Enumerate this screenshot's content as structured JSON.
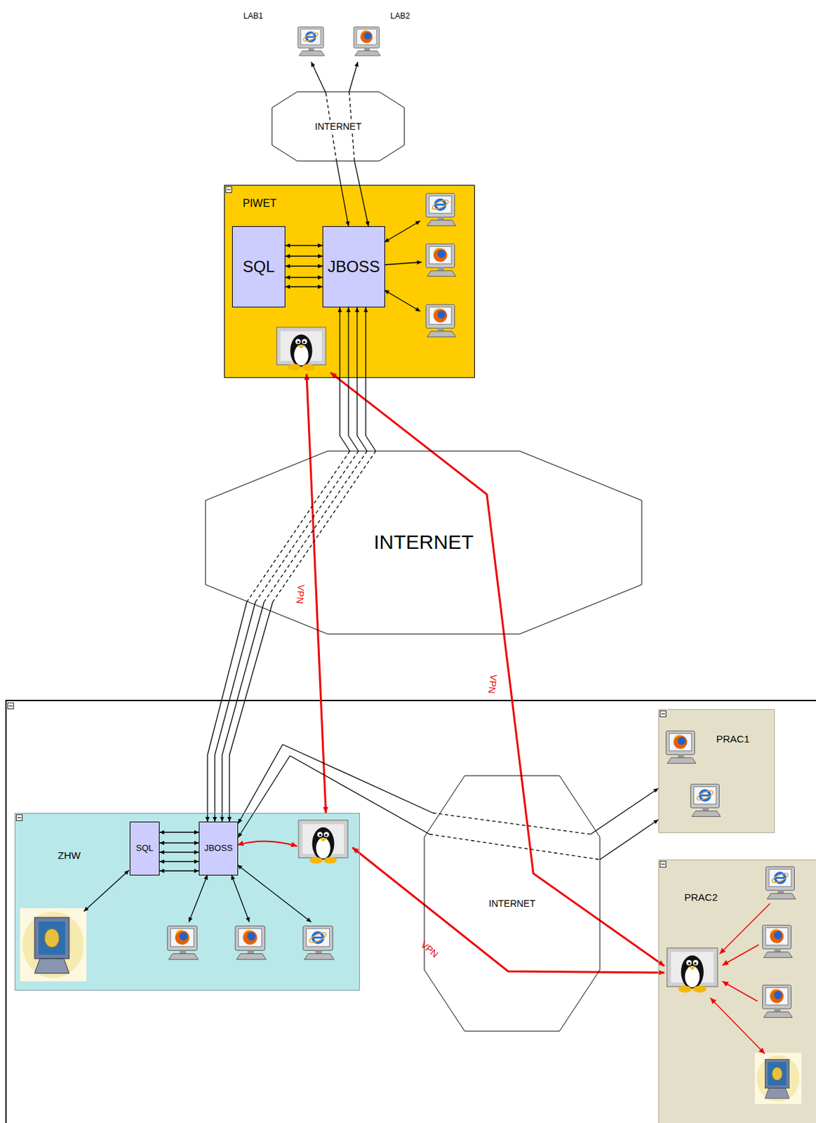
{
  "diagram": {
    "nodes": [
      {
        "text": [
          "LAB1"
        ]
      },
      {
        "text": [
          "LAB2"
        ]
      },
      {
        "text": [
          "INTERNET"
        ]
      },
      {
        "text": [
          "PIWET"
        ]
      },
      {
        "text": [
          "SQL"
        ],
        "in": 3
      },
      {
        "text": [
          "JBOSS"
        ],
        "in": 3
      },
      {
        "text": [
          "INTERNET"
        ]
      },
      {
        "text": [
          "ZHW"
        ]
      },
      {
        "text": [
          "SQL"
        ],
        "in": 7
      },
      {
        "text": [
          "JBOSS"
        ],
        "in": 7
      },
      {
        "text": [
          "INTERNET"
        ]
      },
      {
        "text": [
          "PRAC1"
        ]
      },
      {
        "text": [
          "PRAC2"
        ]
      }
    ],
    "edges": [
      {
        "from": 0,
        "to": 5,
        "arrow": "both"
      },
      {
        "from": 1,
        "to": 5,
        "arrow": "both"
      },
      {
        "from": 4,
        "to": 5,
        "arrow": "both"
      },
      {
        "from": 4,
        "to": 5,
        "arrow": "both"
      },
      {
        "from": 4,
        "to": 5,
        "arrow": "both"
      },
      {
        "from": 4,
        "to": 5,
        "arrow": "both"
      },
      {
        "from": 4,
        "to": 5,
        "arrow": "both"
      },
      {
        "from": 5,
        "to": 9,
        "arrow": "both"
      },
      {
        "from": 5,
        "to": 9,
        "arrow": "both"
      },
      {
        "from": 5,
        "to": 9,
        "arrow": "both"
      },
      {
        "from": 5,
        "to": 9,
        "arrow": "both"
      },
      {
        "from": 8,
        "to": 9,
        "arrow": "both"
      },
      {
        "from": 8,
        "to": 9,
        "arrow": "both"
      },
      {
        "from": 8,
        "to": 9,
        "arrow": "both"
      },
      {
        "from": 8,
        "to": 9,
        "arrow": "both"
      },
      {
        "from": 8,
        "to": 9,
        "arrow": "both"
      },
      {
        "from": 9,
        "to": 11,
        "arrow": "both"
      },
      {
        "from": 9,
        "to": 11,
        "arrow": "both"
      }
    ],
    "labels": [
      "VPN",
      "VPN",
      "VPN"
    ]
  }
}
